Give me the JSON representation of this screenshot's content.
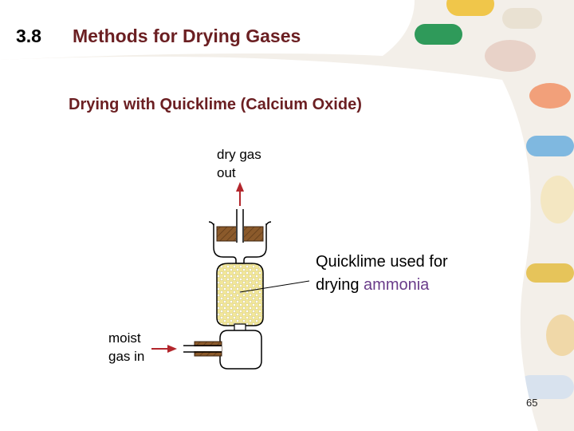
{
  "header": {
    "section_number": "3.8",
    "section_title": "Methods for Drying Gases"
  },
  "main": {
    "subtitle": "Drying with Quicklime (Calcium Oxide)"
  },
  "diagram": {
    "outlet_label_line1": "dry gas",
    "outlet_label_line2": "out",
    "inlet_label_line1": "moist",
    "inlet_label_line2": "gas in",
    "callout_prefix": "Quicklime used for",
    "callout_line2_prefix": "drying ",
    "callout_highlight": "ammonia"
  },
  "footer": {
    "page_number": "65"
  },
  "colors": {
    "title": "#6b1f22",
    "arrow": "#b3262c",
    "quicklime": "#f2e79a",
    "stopper": "#8b5a2b",
    "highlight": "#6a3c8a"
  }
}
